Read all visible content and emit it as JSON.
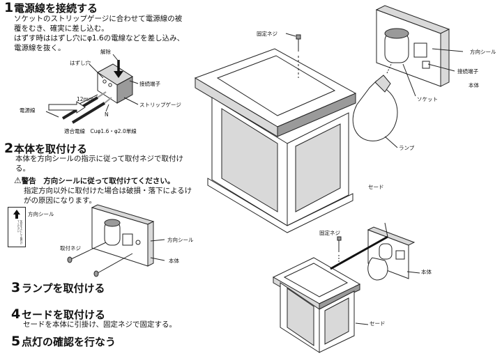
{
  "steps": [
    {
      "number": "1",
      "title": "電源線を接続する",
      "lines": [
        "ソケットのストリップゲージに合わせて電源線の被",
        "覆をむき、確実に差し込む。",
        "はずす時ははずし穴にφ1.6の電線などを差し込み、",
        "電源線を抜く。"
      ]
    },
    {
      "number": "2",
      "title": "本体を取付ける",
      "lines": [
        "本体を方向シールの指示に従って取付ネジで取付け",
        "る。"
      ],
      "warning": {
        "icon": "⚠",
        "heading": "警告　方向シールに従って取付けてください。",
        "lines": [
          "指定方向以外に取付けた場合は破損・落下によるけ",
          "がの原因になります。"
        ]
      }
    },
    {
      "number": "3",
      "title": "ランプを取付ける"
    },
    {
      "number": "4",
      "title": "セードを取付ける",
      "lines": [
        "セードを本体に引掛け、固定ネジで固定する。"
      ]
    },
    {
      "number": "5",
      "title": "点灯の確認を行なう"
    }
  ],
  "wiring_diagram": {
    "labels": {
      "release": "解除",
      "hole": "はずし穴",
      "terminal": "接続端子",
      "length": "12mm",
      "strip_gauge": "ストリップゲージ",
      "power_line": "電源線",
      "n": "N",
      "wire_spec": "適合電線　Cuφ1.6・φ2.0単線"
    }
  },
  "mount_diagram": {
    "sticker_text": "矢印を上にして取付けてください",
    "labels": {
      "direction_seal_left": "方向シール",
      "screw": "取付ネジ",
      "direction_seal_right": "方向シール",
      "body": "本体"
    }
  },
  "main_diagram": {
    "labels": {
      "fixing_screw": "固定ネジ",
      "direction_seal": "方向シール",
      "terminal": "接続端子",
      "body": "本体",
      "socket": "ソケット",
      "lamp": "ランプ",
      "shade": "セード"
    }
  },
  "assembly_diagram": {
    "labels": {
      "fixing_screw": "固定ネジ",
      "body": "本体",
      "shade": "セード"
    }
  }
}
